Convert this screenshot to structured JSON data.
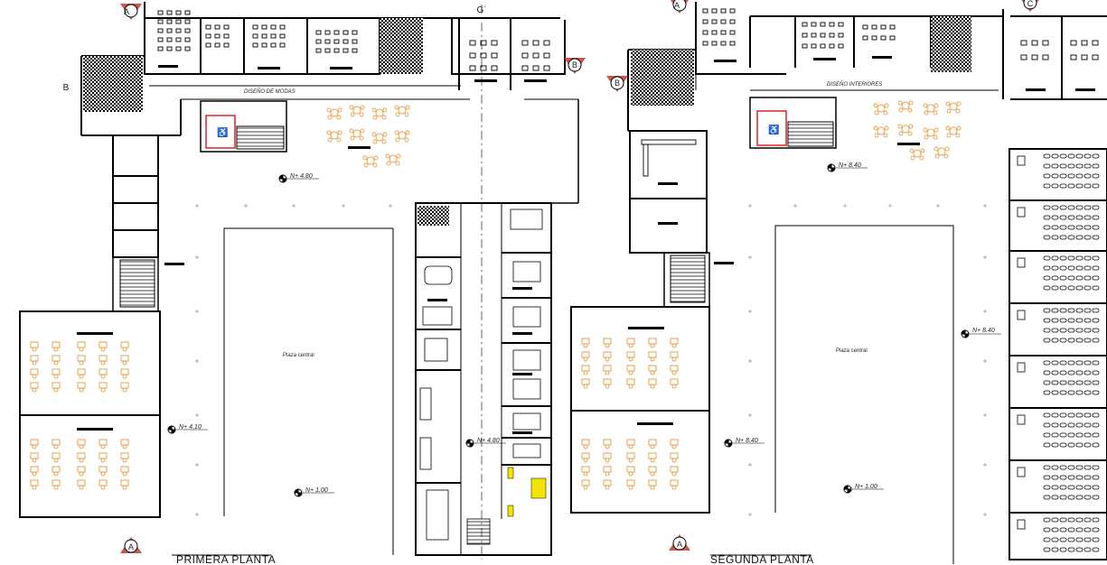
{
  "plan": {
    "title_first": "PRIMERA PLANTA",
    "title_second": "SEGUNDA PLANTA",
    "room_fashion": "DISEÑO DE MODAS",
    "room_interiors": "DISEÑO INTERIORES",
    "plaza_first": "Plaza central",
    "plaza_second": "Plaza central",
    "levels": {
      "l1": "N+ 4.80",
      "l2": "N+ 4.10",
      "l3": "N+ 1.00",
      "l4": "N+ 4.80",
      "l5": "N+ 8.40",
      "l6": "N+ 8.40",
      "l7": "N+ 8.40",
      "l8": "N+ 1.00"
    },
    "markers": {
      "a1": "A",
      "a2": "A",
      "a3": "A",
      "a4": "A",
      "b1": "B",
      "b2": "B",
      "b3": "B",
      "c1": "C",
      "g1": "G´"
    }
  },
  "colors": {
    "line": "#000000",
    "furniture": "#e8a04a",
    "marker_fill": "#c0392b",
    "accent_red": "#e02020",
    "highlight": "#f2e400"
  }
}
